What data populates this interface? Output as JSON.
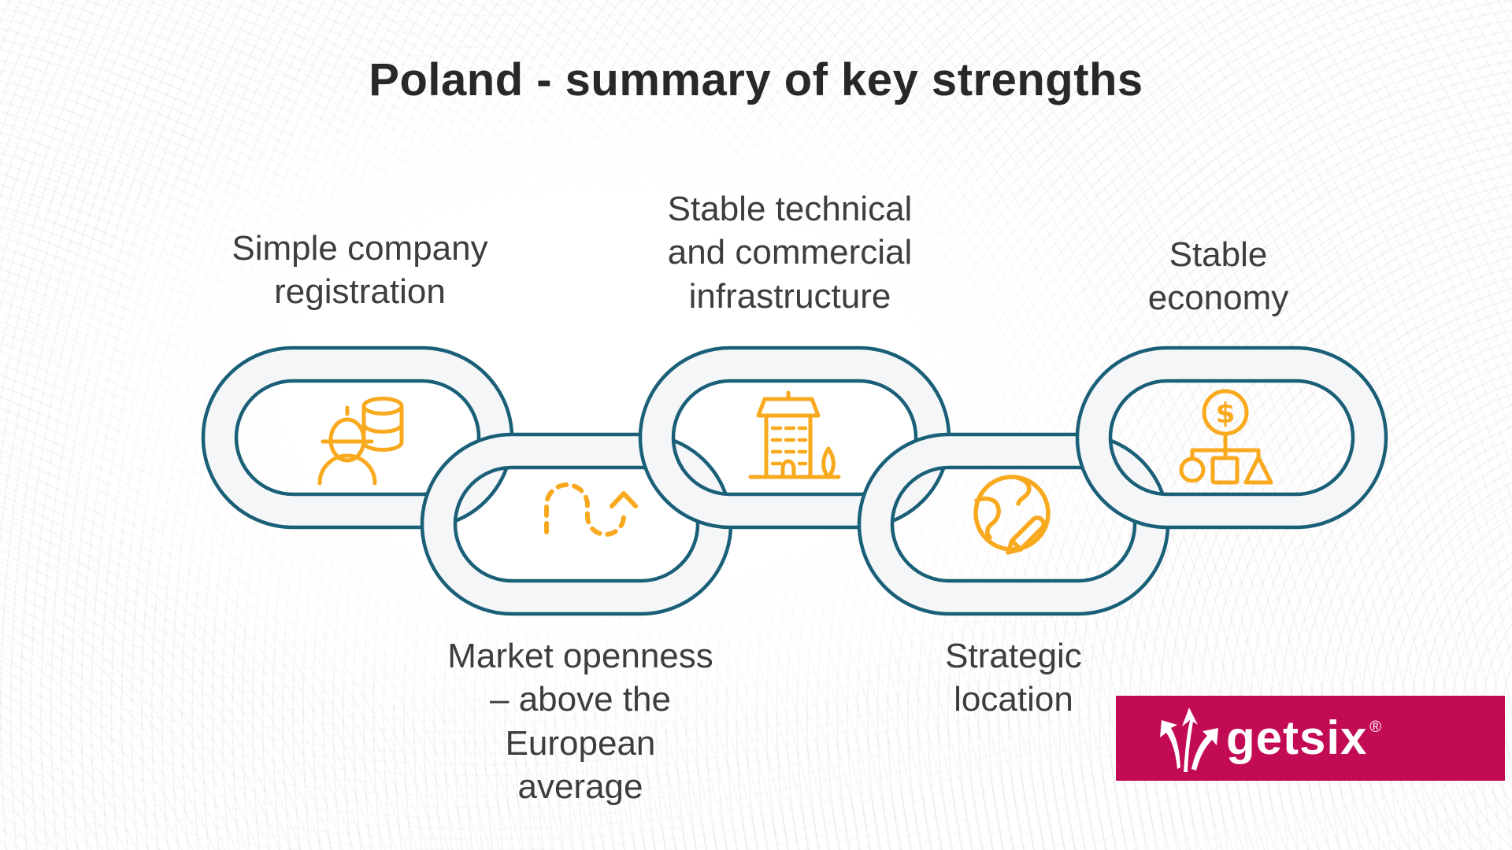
{
  "title": "Poland - summary of key strengths",
  "strengths": [
    {
      "label": "Simple company\nregistration",
      "icon": "engineer-and-coins-icon",
      "label_position": "top"
    },
    {
      "label": "Market openness\n– above the\nEuropean\naverage",
      "icon": "curved-dashed-arrow-icon",
      "label_position": "bottom"
    },
    {
      "label": "Stable technical\nand commercial\ninfrastructure",
      "icon": "office-building-icon",
      "label_position": "top"
    },
    {
      "label": "Strategic\nlocation",
      "icon": "globe-and-pencil-icon",
      "label_position": "bottom"
    },
    {
      "label": "Stable\neconomy",
      "icon": "coin-org-chart-icon",
      "label_position": "top"
    }
  ],
  "icons": {
    "dollar_glyph": "$"
  },
  "logo": {
    "text": "getsix",
    "registered_mark": "®"
  },
  "colors": {
    "chain_outline": "#1A5F78",
    "chain_fill": "#F4F6F7",
    "icon_accent": "#F8A91D",
    "logo_background": "#C30B55",
    "logo_text": "#FFFFFF",
    "title_text": "#282828",
    "label_text": "#3D3D3D"
  }
}
